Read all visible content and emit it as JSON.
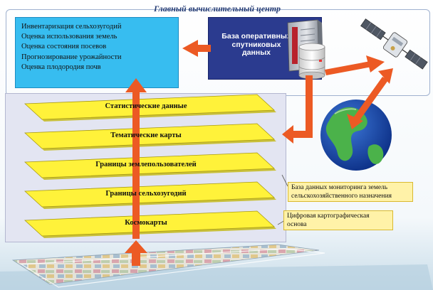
{
  "title": "Главный вычислительный центр",
  "tasks": [
    "Инвентаризация сельхозугодий",
    "Оценка использования земель",
    "Оценка состояния  посевов",
    "Прогнозирование урожайности",
    "Оценка плодородия почв"
  ],
  "satellite_db": "База оперативных спутниковых данных",
  "layers": [
    "Статистические данные",
    "Тематические карты",
    "Границы землепользователей",
    "Границы сельхозугодий",
    "Космокарты"
  ],
  "notes": {
    "monitoring_db": "База данных мониторинга земель сельскохозяйственного назначения",
    "digital_base": "Цифровая картографическая основа"
  },
  "colors": {
    "tasks_box": "#37bdf0",
    "satellite_box": "#2b3b8f",
    "layer_fill": "#fff23a",
    "arrow": "#ec5a24",
    "note_fill": "#fff2a8"
  },
  "icons": [
    "server-icon",
    "database-icon",
    "satellite-icon",
    "globe-icon"
  ]
}
